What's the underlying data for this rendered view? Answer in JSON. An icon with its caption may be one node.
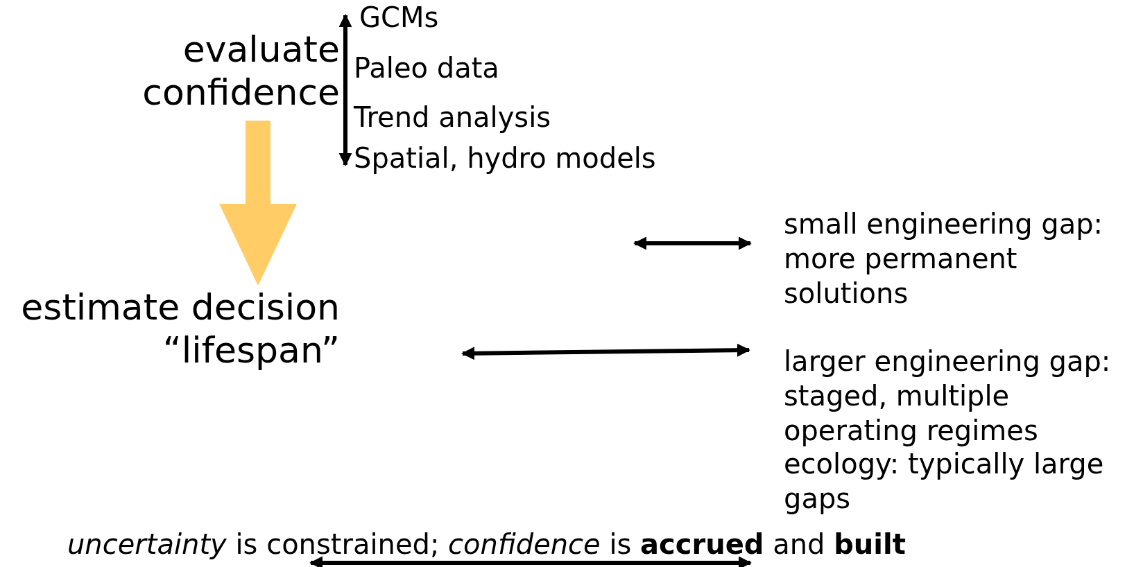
{
  "diagram": {
    "nodes": [
      {
        "text": [
          "evaluate confidence"
        ]
      },
      {
        "text": [
          "estimate decision “lifespan”"
        ]
      }
    ],
    "edges": [
      {
        "from": 0,
        "to": 1,
        "arrow": "to",
        "style": "thick",
        "color": "#ffcc66"
      }
    ],
    "labels": [
      "GCMs",
      "Paleo data",
      "Trend analysis",
      "Spatial, hydro models",
      "small engineering gap: more permanent solutions",
      "larger engineering gap: staged, multiple operating regimes",
      "ecology: typically large gaps",
      "*uncertainty* is constrained; *confidence* is **accrued** and **built**"
    ]
  }
}
